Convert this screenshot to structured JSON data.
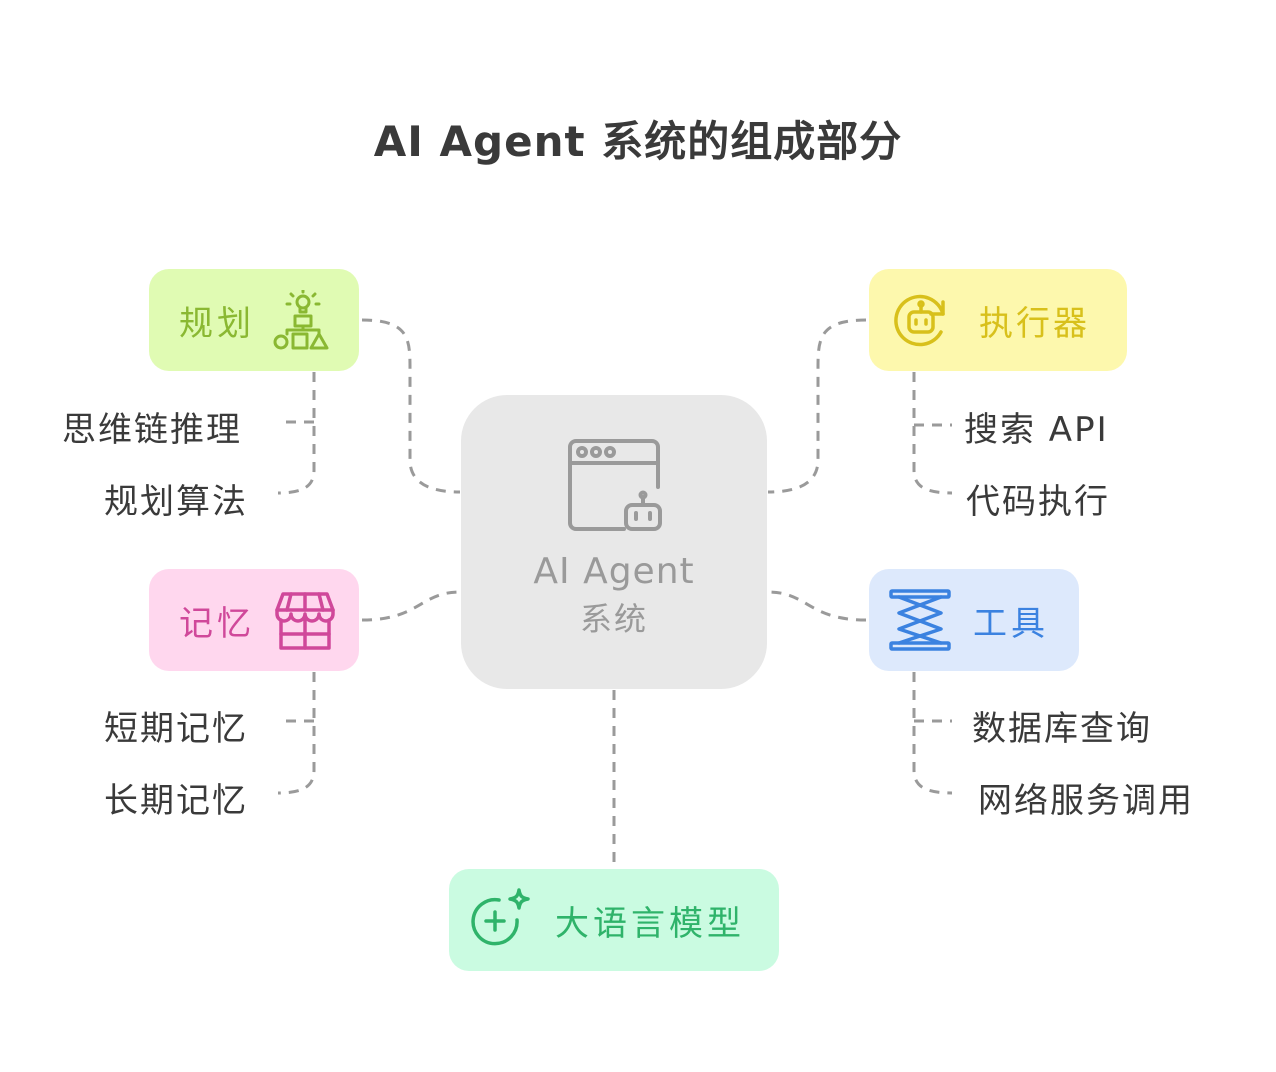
{
  "title": "AI Agent 系统的组成部分",
  "center": {
    "line1": "AI Agent",
    "line2": "系统",
    "icon": "browser-robot-icon"
  },
  "nodes": {
    "planning": {
      "label": "规划",
      "color": "#8ab832",
      "bg": "#e0fbb3",
      "icon": "shapes-lightbulb-icon"
    },
    "executor": {
      "label": "执行器",
      "color": "#d8c01b",
      "bg": "#fdf8ad",
      "icon": "robot-refresh-icon"
    },
    "memory": {
      "label": "记忆",
      "color": "#d0489a",
      "bg": "#ffd7ee",
      "icon": "storefront-icon"
    },
    "tools": {
      "label": "工具",
      "color": "#3b82e0",
      "bg": "#dde9fc",
      "icon": "scissor-lift-icon"
    },
    "llm": {
      "label": "大语言模型",
      "color": "#2fb36a",
      "bg": "#cafbe1",
      "icon": "circle-plus-sparkle-icon"
    }
  },
  "leaves": {
    "planning": [
      "思维链推理",
      "规划算法"
    ],
    "executor": [
      "搜索 API",
      "代码执行"
    ],
    "memory": [
      "短期记忆",
      "长期记忆"
    ],
    "tools": [
      "数据库查询",
      "网络服务调用"
    ]
  }
}
